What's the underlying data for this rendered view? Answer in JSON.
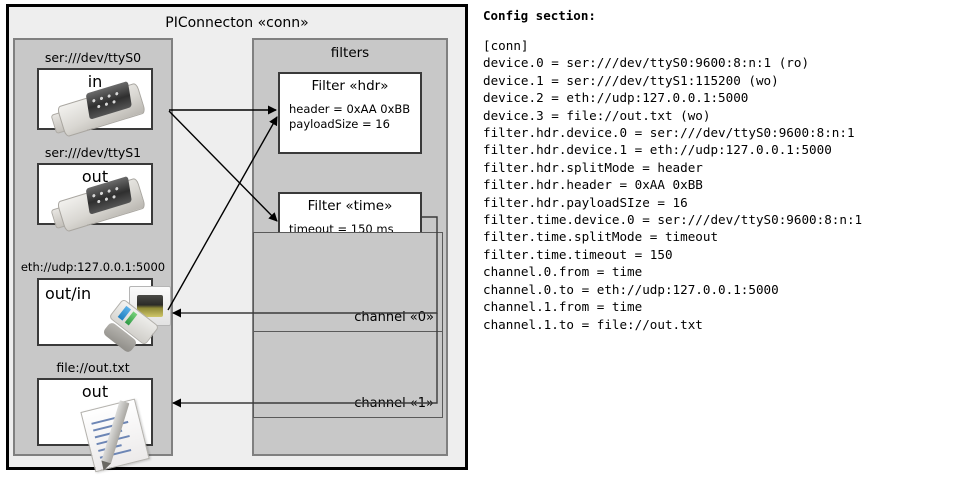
{
  "diagram": {
    "title": "PIConnecton «conn»",
    "devices_group": {
      "name": "devices-group",
      "items": [
        {
          "label": "ser:///dev/ttyS0",
          "direction": "in",
          "icon": "serial-port-icon"
        },
        {
          "label": "ser:///dev/ttyS1",
          "direction": "out",
          "icon": "serial-port-icon"
        },
        {
          "label": "eth://udp:127.0.0.1:5000",
          "direction": "out/in",
          "icon": "ethernet-jack-icon"
        },
        {
          "label": "file://out.txt",
          "direction": "out",
          "icon": "text-file-icon"
        }
      ]
    },
    "filters_group": {
      "title": "filters",
      "filters": [
        {
          "title": "Filter «hdr»",
          "lines": [
            "header = 0xAA 0xBB",
            "payloadSize = 16"
          ]
        },
        {
          "title": "Filter «time»",
          "lines": [
            "timeout = 150 ms"
          ]
        }
      ],
      "channels": [
        {
          "label": "channel «0»"
        },
        {
          "label": "channel «1»"
        }
      ]
    }
  },
  "config": {
    "heading": "Config section:",
    "text": "[conn]\ndevice.0 = ser:///dev/ttyS0:9600:8:n:1 (ro)\ndevice.1 = ser:///dev/ttyS1:115200 (wo)\ndevice.2 = eth://udp:127.0.0.1:5000\ndevice.3 = file://out.txt (wo)\nfilter.hdr.device.0 = ser:///dev/ttyS0:9600:8:n:1\nfilter.hdr.device.1 = eth://udp:127.0.0.1:5000\nfilter.hdr.splitMode = header\nfilter.hdr.header = 0xAA 0xBB\nfilter.hdr.payloadSIze = 16\nfilter.time.device.0 = ser:///dev/ttyS0:9600:8:n:1\nfilter.time.splitMode = timeout\nfilter.time.timeout = 150\nchannel.0.from = time\nchannel.0.to = eth://udp:127.0.0.1:5000\nchannel.1.from = time\nchannel.1.to = file://out.txt"
  },
  "colors": {
    "panel_fill": "#c8c8c8",
    "frame_fill": "#eeeeee",
    "box_fill": "#ffffff",
    "stroke": "#000000"
  }
}
